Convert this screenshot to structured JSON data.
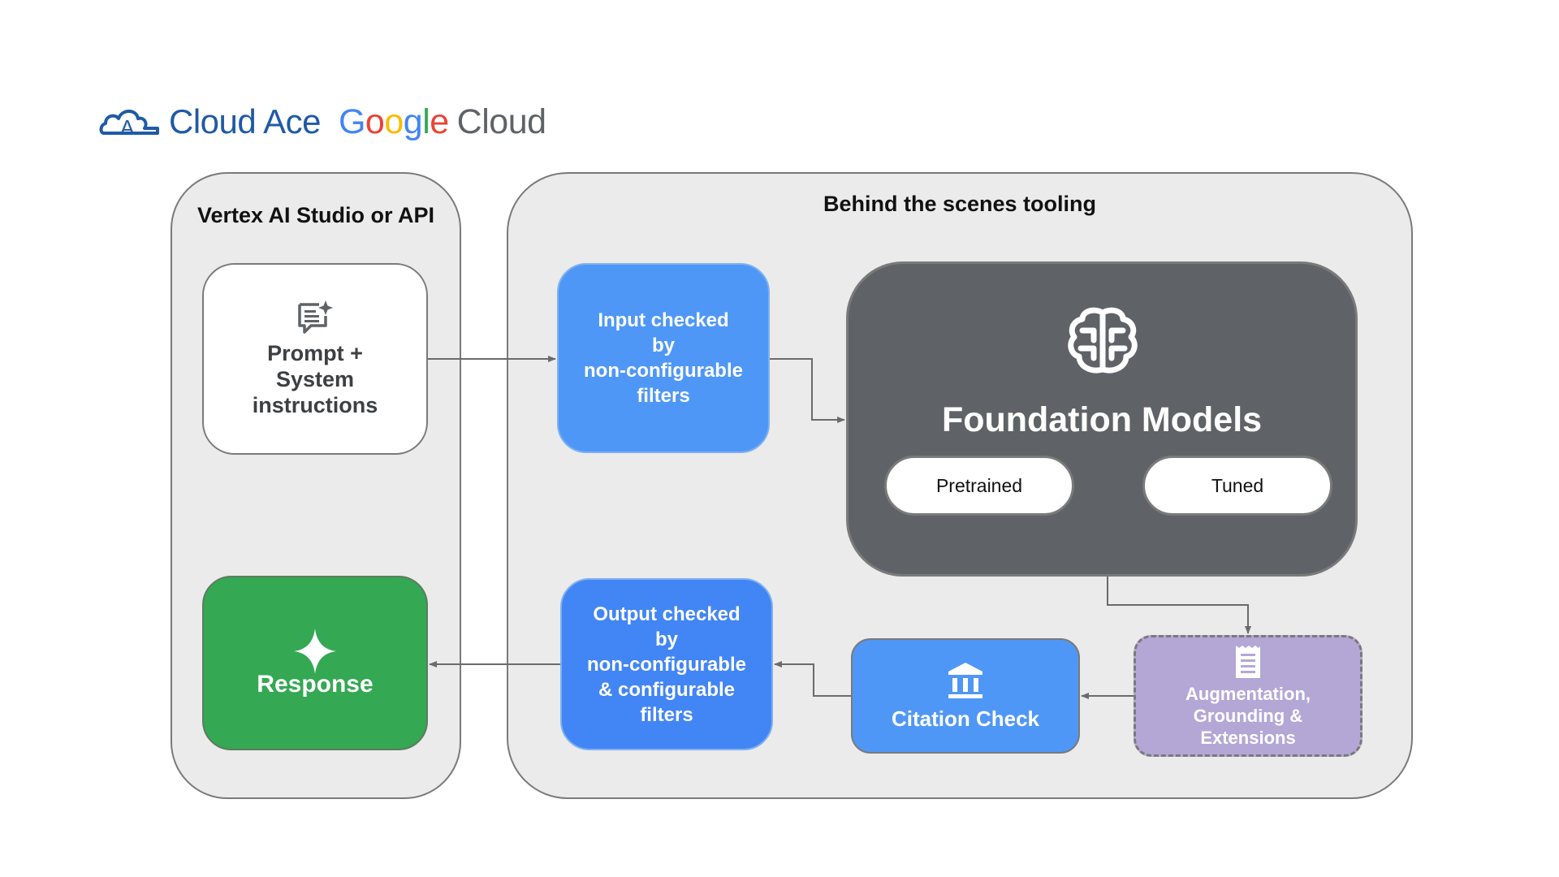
{
  "logos": {
    "cloudace": "Cloud Ace",
    "google_letters": [
      "G",
      "o",
      "o",
      "g",
      "l",
      "e"
    ],
    "google_colors": [
      "#4285F4",
      "#EA4335",
      "#FBBC05",
      "#4285F4",
      "#34A853",
      "#EA4335"
    ],
    "google_cloud_word": "Cloud"
  },
  "left_panel": {
    "title": "Vertex AI Studio or API",
    "prompt_lines": [
      "Prompt +",
      "System",
      "instructions"
    ],
    "prompt_icon": "prompt-sparkle-icon",
    "response_label": "Response",
    "response_icon": "sparkle-icon"
  },
  "right_panel": {
    "title": "Behind the scenes tooling",
    "input_filter_lines": [
      "Input checked",
      "by",
      "non-configurable",
      "filters"
    ],
    "output_filter_lines": [
      "Output checked",
      "by",
      "non-configurable",
      "& configurable",
      "filters"
    ],
    "foundation": {
      "title": "Foundation Models",
      "icon": "brain-icon",
      "pills": [
        "Pretrained",
        "Tuned"
      ]
    },
    "citation": {
      "label": "Citation Check",
      "icon": "bank-icon"
    },
    "augmentation": {
      "lines": [
        "Augmentation,",
        "Grounding &",
        "Extensions"
      ],
      "icon": "document-icon"
    }
  },
  "colors": {
    "panel_bg": "#ebebeb",
    "blue": "#4f97f7",
    "dark_blue": "#4285f4",
    "green": "#34a853",
    "dark_gray": "#5f6368",
    "purple": "#b4a7d6",
    "cloudace_blue": "#1f5aa6"
  }
}
